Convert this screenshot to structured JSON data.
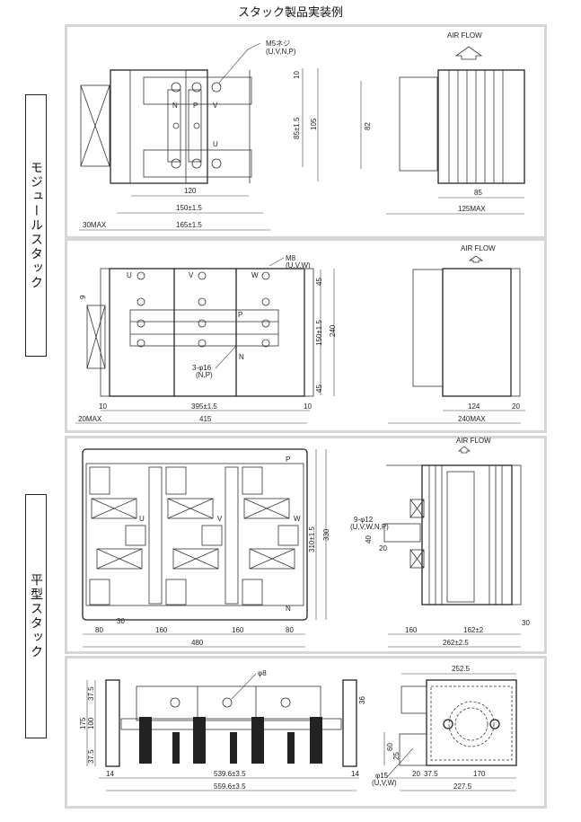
{
  "title": "スタック製品実装例",
  "sections": [
    {
      "label": "モジュールスタック"
    },
    {
      "label": "平型スタック"
    }
  ],
  "panel1": {
    "note": "M5ネジ",
    "note_sub": "(U,V,N,P)",
    "airflow": "AIR FLOW",
    "terminals": [
      "N",
      "P",
      "V",
      "U"
    ],
    "dims": {
      "w120": "120",
      "w150": "150±1.5",
      "w165": "165±1.5",
      "w30": "30MAX",
      "h10": "10",
      "h85": "85±1.5",
      "h105": "105",
      "h82": "82",
      "s85": "85",
      "s125": "125MAX"
    }
  },
  "panel2": {
    "note": "M8",
    "note_sub": "(U,V,W)",
    "note2": "3-φ16",
    "note2_sub": "(N,P)",
    "airflow": "AIR FLOW",
    "terminals": [
      "U",
      "V",
      "W",
      "P",
      "N"
    ],
    "dims": {
      "h45a": "45",
      "h150": "150±1.5",
      "h240": "240",
      "h45b": "45",
      "w395": "395±1.5",
      "w415": "415",
      "w20": "20MAX",
      "w10a": "10",
      "w10b": "10",
      "h9": "9",
      "s124": "124",
      "s20": "20",
      "s240": "240MAX"
    }
  },
  "panel3": {
    "airflow": "AIR FLOW",
    "note": "9-φ12",
    "note_sub": "(U,V,W,N,P)",
    "terminals": [
      "U",
      "V",
      "W",
      "P",
      "N"
    ],
    "dims": {
      "h310": "310±1.5",
      "h330": "330",
      "w80a": "80",
      "w160a": "160",
      "w160b": "160",
      "w80b": "80",
      "w480": "480",
      "w30": "30",
      "s160": "160",
      "s162": "162±2",
      "s262": "262±2.5",
      "s30": "30",
      "s40": "40",
      "s20": "20"
    }
  },
  "panel4": {
    "note": "φ8",
    "note2": "φ15",
    "note2_sub": "(U,V,W)",
    "dims": {
      "h37a": "37.5",
      "h100": "100",
      "h175": "175",
      "h37b": "37.5",
      "w539": "539.6±3.5",
      "w559": "559.6±3.5",
      "w14a": "14",
      "w14b": "14",
      "h36": "36",
      "s252": "252.5",
      "s60": "60",
      "s25": "25",
      "s20": "20",
      "s37": "37.5",
      "s170": "170",
      "s227": "227.5"
    }
  }
}
